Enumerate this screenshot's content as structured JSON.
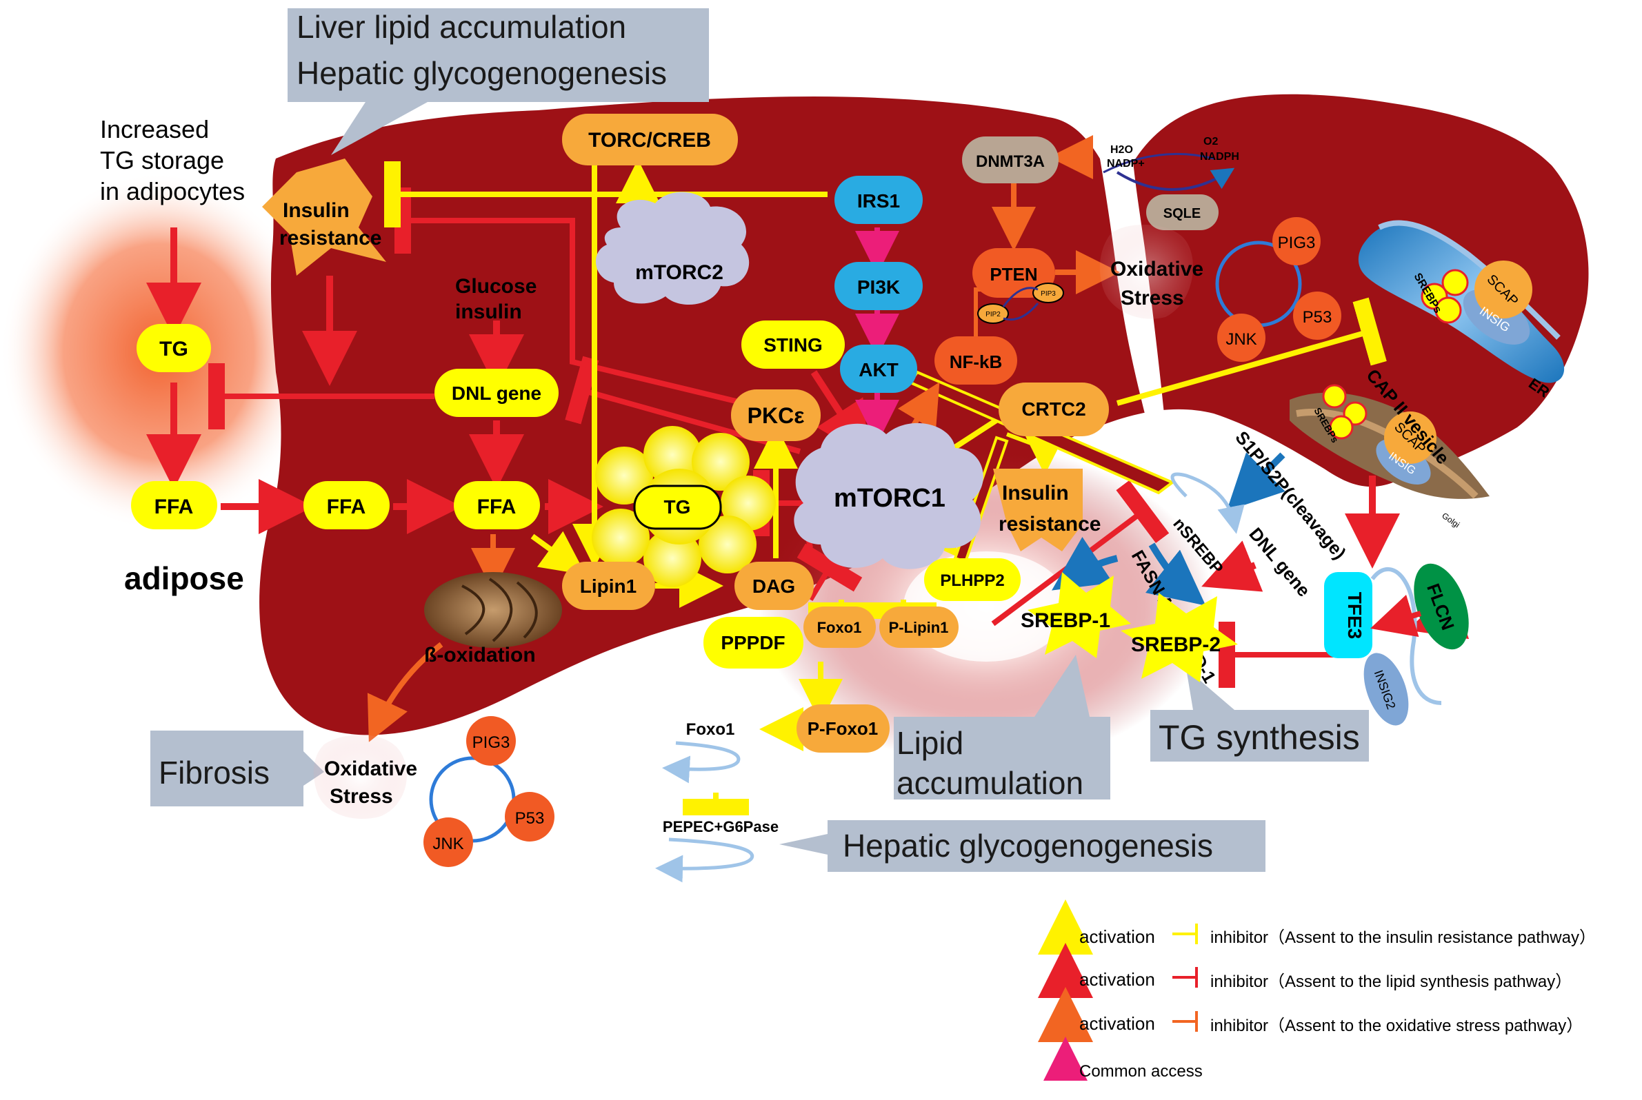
{
  "callouts": {
    "liver_lipid_line1": "Liver lipid accumulation",
    "liver_lipid_line2": "Hepatic glycogenogenesis",
    "fibrosis": "Fibrosis",
    "lipid_acc_line1": "Lipid",
    "lipid_acc_line2": "accumulation",
    "tg_synthesis": "TG synthesis",
    "hepatic_glyco": "Hepatic glycogenogenesis"
  },
  "labels": {
    "increased_line1": "Increased",
    "increased_line2": "TG storage",
    "increased_line3": "in adipocytes",
    "adipose": "adipose",
    "glucose_line1": "Glucose",
    "glucose_line2": "insulin",
    "beta_ox": "ß-oxidation",
    "oxstress_line1": "Oxidative",
    "oxstress_line2": "Stress",
    "insres_line1": "Insulin",
    "insres_line2": "resistance",
    "h2o": "H2O",
    "nadp_plus": "NADP+",
    "o2": "O2",
    "nadph": "NADPH",
    "nsrebp": "nSREBP",
    "fasn": "FASN ACC SCD-1",
    "dnl_gene_diag": "DNL gene",
    "s1p": "S1P/S2P(cleavage)",
    "cap_vesicle": "CAP II vesicle",
    "er": "ER",
    "golgi": "Golgi",
    "pip2": "PIP2",
    "pip3": "PIP3"
  },
  "nodes": {
    "tg_adipose": "TG",
    "ffa_adipose": "FFA",
    "ffa_mid": "FFA",
    "ffa_liver": "FFA",
    "dnl_gene": "DNL gene",
    "torc_creb": "TORC/CREB",
    "mtorc2": "mTORC2",
    "irs1": "IRS1",
    "pi3k": "PI3K",
    "akt": "AKT",
    "sting": "STING",
    "pkce": "PKCε",
    "tg_droplet": "TG",
    "mtorc1": "mTORC1",
    "lipin1": "Lipin1",
    "dag": "DAG",
    "pppdf": "PPPDF",
    "foxo1": "Foxo1",
    "p_lipin1": "P-Lipin1",
    "plhpp2": "PLHPP2",
    "p_foxo1": "P-Foxo1",
    "foxo1_out": "Foxo1",
    "pepec": "PEPEC+G6Pase",
    "dnmt3a": "DNMT3A",
    "sqle": "SQLE",
    "pten": "PTEN",
    "nfkb": "NF-kB",
    "crtc2": "CRTC2",
    "pig3_right": "PIG3",
    "jnk_right": "JNK",
    "p53_right": "P53",
    "pig3_left": "PIG3",
    "jnk_left": "JNK",
    "p53_left": "P53",
    "srebp1": "SREBP-1",
    "srebp2": "SREBP-2",
    "tfe3": "TFE3",
    "flcn": "FLCN",
    "insig2": "INSIG2",
    "scap_er": "SCAP",
    "insig_er": "INSIG",
    "srebps_er": "SREBPs",
    "scap_golgi": "SCAP",
    "insig_golgi": "INSIG",
    "srebps_golgi": "SREBPs"
  },
  "legend": {
    "activation": "activation",
    "inh_insulin": "inhibitor（Assent to the insulin resistance pathway）",
    "inh_lipid": "inhibitor（Assent to the lipid synthesis pathway）",
    "inh_oxidative": "inhibitor（Assent to the oxidative stress pathway）",
    "common": "Common access"
  },
  "colors": {
    "liver": "#9e1116",
    "yellow_node": "#ffff00",
    "orange_node": "#f7a93b",
    "blue_node": "#29abe2",
    "red_arrow": "#e8202a",
    "yellow_arrow": "#fff200",
    "orange_arrow": "#f26522",
    "magenta_arrow": "#ec1e79",
    "callout": "#b4bfcf"
  }
}
